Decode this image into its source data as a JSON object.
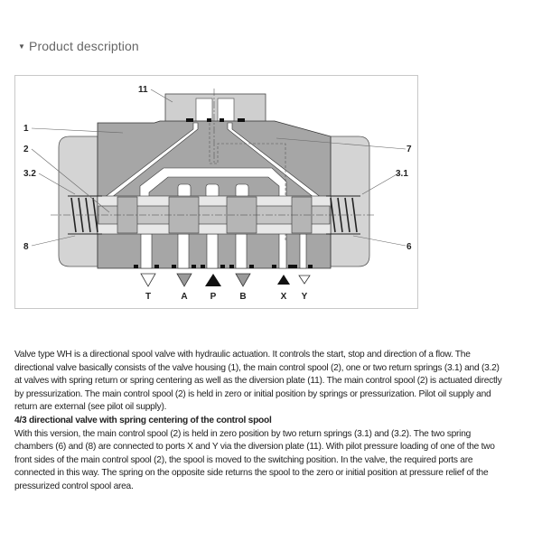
{
  "section": {
    "caret_icon": "triangle-down",
    "title": "Product description"
  },
  "diagram": {
    "labels": {
      "l11": "11",
      "l1": "1",
      "l2": "2",
      "l32": "3.2",
      "l8": "8",
      "l7": "7",
      "l31": "3.1",
      "l6": "6"
    },
    "ports": [
      "T",
      "A",
      "P",
      "B",
      "X",
      "Y"
    ],
    "colors": {
      "housing": "#a6a6a6",
      "caps": "#d4d4d4",
      "plate": "#cfcfcf",
      "spool": "#b9b9b9"
    }
  },
  "description": {
    "para1": [
      "Valve type WH is a directional spool valve with hydraulic actuation. It controls the start, stop and direction of a flow. The",
      "directional valve basically consists of the valve housing (1), the main control spool (2), one or two return springs (3.1) and (3.2)",
      "at valves with spring return or spring centering as well as the diversion plate (11). The main control spool (2) is actuated directly",
      "by pressurization. The main control spool (2) is held in zero or initial position by springs or pressurization. Pilot oil supply and",
      "return are external (see pilot oil supply)."
    ],
    "heading": "4/3 directional valve with spring centering of the control spool",
    "para2": [
      "With this version, the main control spool (2) is held in zero position by two return springs (3.1) and (3.2). The two spring",
      "chambers (6) and (8) are connected to ports X and Y via the diversion plate (11). With pilot pressure loading of one of the two",
      "front sides of the main control spool (2), the spool is moved to the switching position. In the valve, the required ports are",
      "connected in this way. The spring on the opposite side returns the spool to the zero or initial position at pressure relief of the",
      "pressurized control spool area."
    ]
  }
}
